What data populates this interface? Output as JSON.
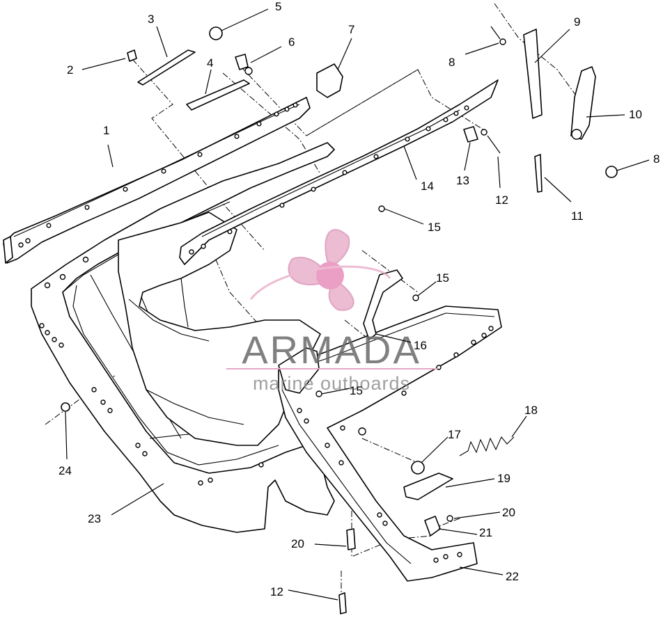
{
  "watermark": {
    "brand": "ARMADA",
    "tagline": "marine outboards",
    "logo_color": "#e6a6c4",
    "text_color": "#6b6b6b"
  },
  "callouts": [
    {
      "id": "c1",
      "label": "1"
    },
    {
      "id": "c2",
      "label": "2"
    },
    {
      "id": "c3",
      "label": "3"
    },
    {
      "id": "c4",
      "label": "4"
    },
    {
      "id": "c5",
      "label": "5"
    },
    {
      "id": "c6",
      "label": "6"
    },
    {
      "id": "c7",
      "label": "7"
    },
    {
      "id": "c8a",
      "label": "8"
    },
    {
      "id": "c8b",
      "label": "8"
    },
    {
      "id": "c9",
      "label": "9"
    },
    {
      "id": "c10",
      "label": "10"
    },
    {
      "id": "c11",
      "label": "11"
    },
    {
      "id": "c12a",
      "label": "12"
    },
    {
      "id": "c12b",
      "label": "12"
    },
    {
      "id": "c13",
      "label": "13"
    },
    {
      "id": "c14",
      "label": "14"
    },
    {
      "id": "c15a",
      "label": "15"
    },
    {
      "id": "c15b",
      "label": "15"
    },
    {
      "id": "c15c",
      "label": "15"
    },
    {
      "id": "c16",
      "label": "16"
    },
    {
      "id": "c17",
      "label": "17"
    },
    {
      "id": "c18",
      "label": "18"
    },
    {
      "id": "c19",
      "label": "19"
    },
    {
      "id": "c20a",
      "label": "20"
    },
    {
      "id": "c20b",
      "label": "20"
    },
    {
      "id": "c21",
      "label": "21"
    },
    {
      "id": "c22",
      "label": "22"
    },
    {
      "id": "c23",
      "label": "23"
    },
    {
      "id": "c24",
      "label": "24"
    }
  ]
}
